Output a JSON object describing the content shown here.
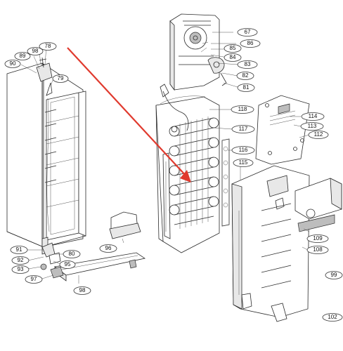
{
  "arrow_color": "#e03a2e",
  "callouts": [
    {
      "id": "c67",
      "label": "67"
    },
    {
      "id": "c86",
      "label": "86"
    },
    {
      "id": "c85",
      "label": "85"
    },
    {
      "id": "c84",
      "label": "84"
    },
    {
      "id": "c83",
      "label": "83"
    },
    {
      "id": "c82",
      "label": "82"
    },
    {
      "id": "c81",
      "label": "81"
    },
    {
      "id": "c78",
      "label": "78"
    },
    {
      "id": "c98",
      "label": "98"
    },
    {
      "id": "c89",
      "label": "89"
    },
    {
      "id": "c90",
      "label": "90"
    },
    {
      "id": "c79",
      "label": "79"
    },
    {
      "id": "c118",
      "label": "118"
    },
    {
      "id": "c117",
      "label": "117"
    },
    {
      "id": "c116",
      "label": "116"
    },
    {
      "id": "c115",
      "label": "115"
    },
    {
      "id": "c114",
      "label": "114"
    },
    {
      "id": "c113",
      "label": "113"
    },
    {
      "id": "c112",
      "label": "112"
    },
    {
      "id": "c96",
      "label": "96"
    },
    {
      "id": "c91",
      "label": "91"
    },
    {
      "id": "c92",
      "label": "92"
    },
    {
      "id": "c93",
      "label": "93"
    },
    {
      "id": "c80",
      "label": "80"
    },
    {
      "id": "c95",
      "label": "95"
    },
    {
      "id": "c97",
      "label": "97"
    },
    {
      "id": "c98b",
      "label": "98"
    },
    {
      "id": "c109",
      "label": "109"
    },
    {
      "id": "c108",
      "label": "108"
    },
    {
      "id": "c99",
      "label": "99"
    },
    {
      "id": "c102",
      "label": "102"
    }
  ]
}
